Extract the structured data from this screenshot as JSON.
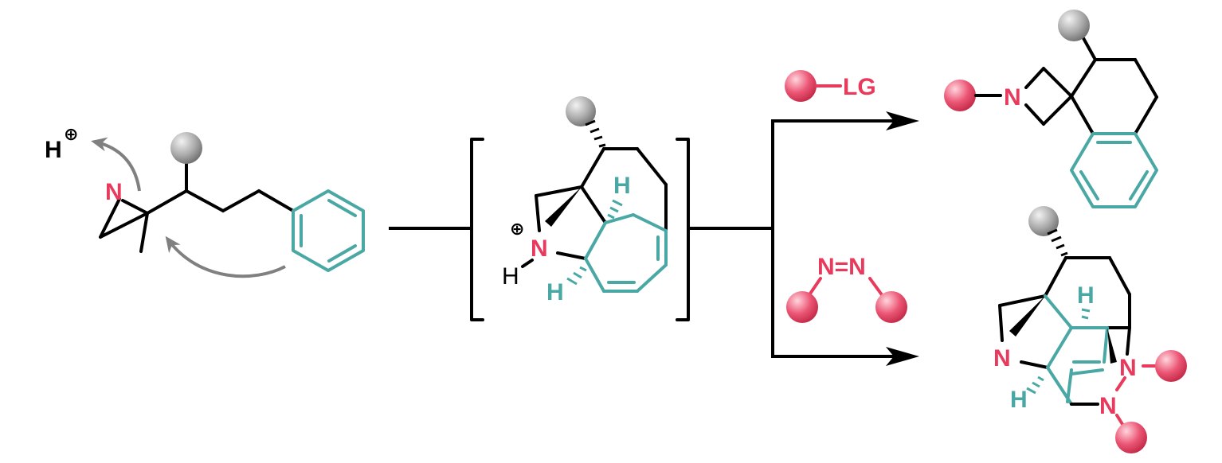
{
  "colors": {
    "bond": "#000000",
    "aromatic": "#4aa8a4",
    "heteroatom": "#e83a5c",
    "arrow_curly": "#808080",
    "substituent_sphere": "#a0a0a0",
    "reagent_sphere": "#e8506e"
  },
  "labels": {
    "proton": "H",
    "charge": "⊕",
    "nitrogen": "N",
    "hydrogen": "H",
    "leaving_group": "LG",
    "azo": "N=N"
  },
  "icons": {
    "substituent": "grey-sphere-icon",
    "reagent": "red-sphere-icon"
  }
}
